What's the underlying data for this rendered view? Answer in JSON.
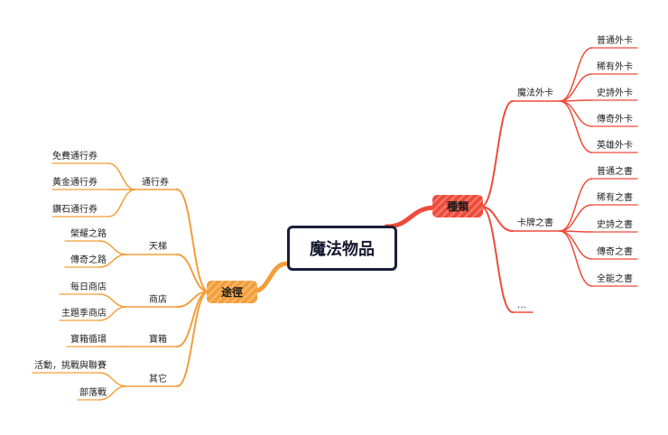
{
  "center": {
    "label": "魔法物品"
  },
  "branches": {
    "types": {
      "label": "種類",
      "color": "#ee4b3a",
      "groups": [
        {
          "label": "魔法外卡",
          "items": [
            "普通外卡",
            "稀有外卡",
            "史詩外卡",
            "傳奇外卡",
            "英雄外卡"
          ]
        },
        {
          "label": "卡牌之書",
          "items": [
            "普通之書",
            "稀有之書",
            "史詩之書",
            "傳奇之書",
            "全能之書"
          ]
        },
        {
          "label": "…",
          "items": []
        }
      ]
    },
    "sources": {
      "label": "途徑",
      "color": "#f39e3a",
      "groups": [
        {
          "label": "通行券",
          "items": [
            "免費通行券",
            "黃金通行券",
            "鑽石通行券"
          ]
        },
        {
          "label": "天梯",
          "items": [
            "榮耀之路",
            "傳奇之路"
          ]
        },
        {
          "label": "商店",
          "items": [
            "每日商店",
            "主題季商店"
          ]
        },
        {
          "label": "寶箱",
          "items": [
            "寶箱循環"
          ]
        },
        {
          "label": "其它",
          "items": [
            "活動，挑戰與聯賽",
            "部落戰"
          ]
        }
      ]
    }
  }
}
